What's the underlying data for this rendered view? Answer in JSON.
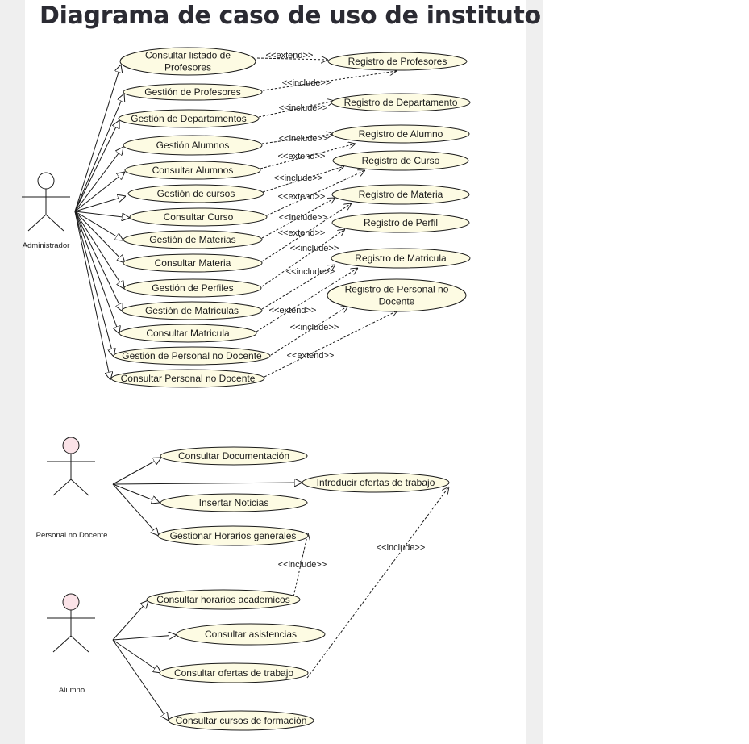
{
  "title": "Diagrama de caso de uso de instituto",
  "actors": [
    {
      "id": "admin",
      "label": "Administrador",
      "head_color": "#ffffff"
    },
    {
      "id": "pnd",
      "label": "Personal no Docente",
      "head_color": "#fbe3e8"
    },
    {
      "id": "alumno",
      "label": "Alumno",
      "head_color": "#fbe3e8"
    }
  ],
  "use_cases": [
    {
      "id": "uc1",
      "lines": [
        "Consultar listado de",
        "Profesores"
      ]
    },
    {
      "id": "uc2",
      "lines": [
        "Gestión de Profesores"
      ]
    },
    {
      "id": "uc3",
      "lines": [
        "Gestión de Departamentos"
      ]
    },
    {
      "id": "uc4",
      "lines": [
        "Gestión  Alumnos"
      ]
    },
    {
      "id": "uc5",
      "lines": [
        "Consultar Alumnos"
      ]
    },
    {
      "id": "uc6",
      "lines": [
        "Gestión de cursos"
      ]
    },
    {
      "id": "uc7",
      "lines": [
        "Consultar Curso"
      ]
    },
    {
      "id": "uc8",
      "lines": [
        "Gestión de Materias"
      ]
    },
    {
      "id": "uc9",
      "lines": [
        "Consultar Materia"
      ]
    },
    {
      "id": "uc10",
      "lines": [
        "Gestión de Perfiles"
      ]
    },
    {
      "id": "uc11",
      "lines": [
        "Gestión de Matriculas"
      ]
    },
    {
      "id": "uc12",
      "lines": [
        "Consultar Matricula"
      ]
    },
    {
      "id": "uc13",
      "lines": [
        "Gestión de Personal no Docente"
      ]
    },
    {
      "id": "uc14",
      "lines": [
        "Consultar Personal no Docente"
      ]
    },
    {
      "id": "r1",
      "lines": [
        "Registro de Profesores"
      ]
    },
    {
      "id": "r2",
      "lines": [
        "Registro de Departamento"
      ]
    },
    {
      "id": "r3",
      "lines": [
        "Registro de Alumno"
      ]
    },
    {
      "id": "r4",
      "lines": [
        "Registro de Curso"
      ]
    },
    {
      "id": "r5",
      "lines": [
        "Registro de Materia"
      ]
    },
    {
      "id": "r6",
      "lines": [
        "Registro de Perfil"
      ]
    },
    {
      "id": "r7",
      "lines": [
        "Registro de Matricula"
      ]
    },
    {
      "id": "r8",
      "lines": [
        "Registro de Personal no",
        "Docente"
      ]
    },
    {
      "id": "p1",
      "lines": [
        "Consultar Documentación"
      ]
    },
    {
      "id": "p2",
      "lines": [
        "Introducir ofertas de trabajo"
      ]
    },
    {
      "id": "p3",
      "lines": [
        "Insertar Noticias"
      ]
    },
    {
      "id": "p4",
      "lines": [
        "Gestionar Horarios generales"
      ]
    },
    {
      "id": "a1",
      "lines": [
        "Consultar horarios academicos"
      ]
    },
    {
      "id": "a2",
      "lines": [
        "Consultar asistencias"
      ]
    },
    {
      "id": "a3",
      "lines": [
        "Consultar ofertas de trabajo"
      ]
    },
    {
      "id": "a4",
      "lines": [
        "Consultar cursos de formación"
      ]
    }
  ],
  "associations": [
    {
      "from": "admin",
      "to": "uc1"
    },
    {
      "from": "admin",
      "to": "uc2"
    },
    {
      "from": "admin",
      "to": "uc3"
    },
    {
      "from": "admin",
      "to": "uc4"
    },
    {
      "from": "admin",
      "to": "uc5"
    },
    {
      "from": "admin",
      "to": "uc6"
    },
    {
      "from": "admin",
      "to": "uc7"
    },
    {
      "from": "admin",
      "to": "uc8"
    },
    {
      "from": "admin",
      "to": "uc9"
    },
    {
      "from": "admin",
      "to": "uc10"
    },
    {
      "from": "admin",
      "to": "uc11"
    },
    {
      "from": "admin",
      "to": "uc12"
    },
    {
      "from": "admin",
      "to": "uc13"
    },
    {
      "from": "admin",
      "to": "uc14"
    },
    {
      "from": "pnd",
      "to": "p1"
    },
    {
      "from": "pnd",
      "to": "p2"
    },
    {
      "from": "pnd",
      "to": "p3"
    },
    {
      "from": "pnd",
      "to": "p4"
    },
    {
      "from": "alumno",
      "to": "a1"
    },
    {
      "from": "alumno",
      "to": "a2"
    },
    {
      "from": "alumno",
      "to": "a3"
    },
    {
      "from": "alumno",
      "to": "a4"
    }
  ],
  "dependencies": [
    {
      "from": "uc1",
      "to": "r1",
      "label": "<<extend>>"
    },
    {
      "from": "uc2",
      "to": "r1",
      "label": "<<include>>"
    },
    {
      "from": "uc3",
      "to": "r2",
      "label": "<<include>>"
    },
    {
      "from": "uc4",
      "to": "r3",
      "label": "<<include>>"
    },
    {
      "from": "uc5",
      "to": "r3",
      "label": "<<extend>>"
    },
    {
      "from": "uc6",
      "to": "r4",
      "label": "<<include>>"
    },
    {
      "from": "uc7",
      "to": "r4",
      "label": "<<extend>>"
    },
    {
      "from": "uc8",
      "to": "r5",
      "label": "<<include>>"
    },
    {
      "from": "uc9",
      "to": "r5",
      "label": "<<extend>>"
    },
    {
      "from": "uc10",
      "to": "r6",
      "label": "<<include>>"
    },
    {
      "from": "uc11",
      "to": "r7",
      "label": "<<include>>"
    },
    {
      "from": "uc12",
      "to": "r7",
      "label": "<<extend>>"
    },
    {
      "from": "uc13",
      "to": "r8",
      "label": "<<include>>"
    },
    {
      "from": "uc14",
      "to": "r8",
      "label": "<<extend>>"
    },
    {
      "from": "a1",
      "to": "p4",
      "label": "<<include>>"
    },
    {
      "from": "a3",
      "to": "p2",
      "label": "<<include>>"
    }
  ]
}
